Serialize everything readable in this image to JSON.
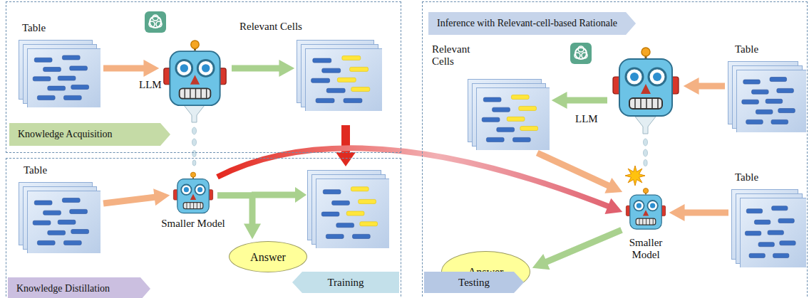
{
  "diagram": {
    "nodes": [
      {
        "text": [
          "Knowledge Acquisition"
        ]
      },
      {
        "text": [
          "Table"
        ],
        "in": 0
      },
      {
        "text": [
          "LLM"
        ],
        "in": 0
      },
      {
        "text": [
          "Relevant Cells"
        ],
        "in": 0
      },
      {
        "text": [
          "Knowledge Distillation"
        ]
      },
      {
        "text": [
          "Table"
        ],
        "in": 4
      },
      {
        "text": [
          "Smaller Model"
        ],
        "in": 4
      },
      {
        "text": [
          "Answer"
        ],
        "in": 4
      },
      {
        "text": [
          "Inference with Relevant-cell-based Rationale"
        ]
      },
      {
        "text": [
          "Table"
        ],
        "in": 8
      },
      {
        "text": [
          "LLM"
        ],
        "in": 8
      },
      {
        "text": [
          "Relevant Cells"
        ],
        "in": 8
      },
      {
        "text": [
          "Table"
        ],
        "in": 8
      },
      {
        "text": [
          "Smaller Model"
        ],
        "in": 8
      },
      {
        "text": [
          "Answer"
        ],
        "in": 8
      }
    ],
    "edges": [
      {
        "from": 1,
        "to": 2,
        "arrow": "to"
      },
      {
        "from": 2,
        "to": 3,
        "arrow": "to"
      },
      {
        "from": 5,
        "to": 6,
        "arrow": "to"
      },
      {
        "from": 6,
        "to": 7,
        "arrow": "to"
      },
      {
        "from": 6,
        "to": 13,
        "arrow": "to"
      },
      {
        "from": 9,
        "to": 10,
        "arrow": "to"
      },
      {
        "from": 10,
        "to": 11,
        "arrow": "to"
      },
      {
        "from": 11,
        "to": 13,
        "arrow": "to"
      },
      {
        "from": 12,
        "to": 13,
        "arrow": "to"
      },
      {
        "from": 13,
        "to": 14,
        "arrow": "to"
      }
    ],
    "labels": [
      "Training",
      "Testing"
    ]
  }
}
